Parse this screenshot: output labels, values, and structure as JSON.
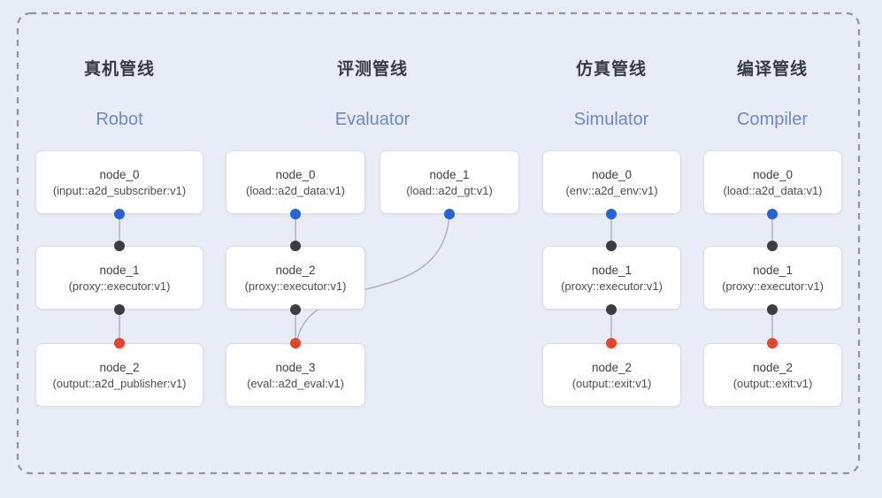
{
  "diagram": {
    "pipelines": [
      {
        "title_cn": "真机管线",
        "title_en": "Robot",
        "nodes": [
          {
            "name": "node_0",
            "type": "(input::a2d_subscriber:v1)"
          },
          {
            "name": "node_1",
            "type": "(proxy::executor:v1)"
          },
          {
            "name": "node_2",
            "type": "(output::a2d_publisher:v1)"
          }
        ]
      },
      {
        "title_cn": "评测管线",
        "title_en": "Evaluator",
        "nodes": [
          {
            "name": "node_0",
            "type": "(load::a2d_data:v1)"
          },
          {
            "name": "node_1",
            "type": "(load::a2d_gt:v1)"
          },
          {
            "name": "node_2",
            "type": "(proxy::executor:v1)"
          },
          {
            "name": "node_3",
            "type": "(eval::a2d_eval:v1)"
          }
        ]
      },
      {
        "title_cn": "仿真管线",
        "title_en": "Simulator",
        "nodes": [
          {
            "name": "node_0",
            "type": "(env::a2d_env:v1)"
          },
          {
            "name": "node_1",
            "type": "(proxy::executor:v1)"
          },
          {
            "name": "node_2",
            "type": "(output::exit:v1)"
          }
        ]
      },
      {
        "title_cn": "编译管线",
        "title_en": "Compiler",
        "nodes": [
          {
            "name": "node_0",
            "type": "(load::a2d_data:v1)"
          },
          {
            "name": "node_1",
            "type": "(proxy::executor:v1)"
          },
          {
            "name": "node_2",
            "type": "(output::exit:v1)"
          }
        ]
      }
    ],
    "colors": {
      "background": "#e8ecf7",
      "dashed_border": "#8f96a3",
      "edge": "#a9b0bd",
      "port_output_blue": "#2563d9",
      "port_input_black": "#3b3d40",
      "port_sink_red": "#e6432d",
      "accent_en_title": "#6d88cb"
    }
  }
}
